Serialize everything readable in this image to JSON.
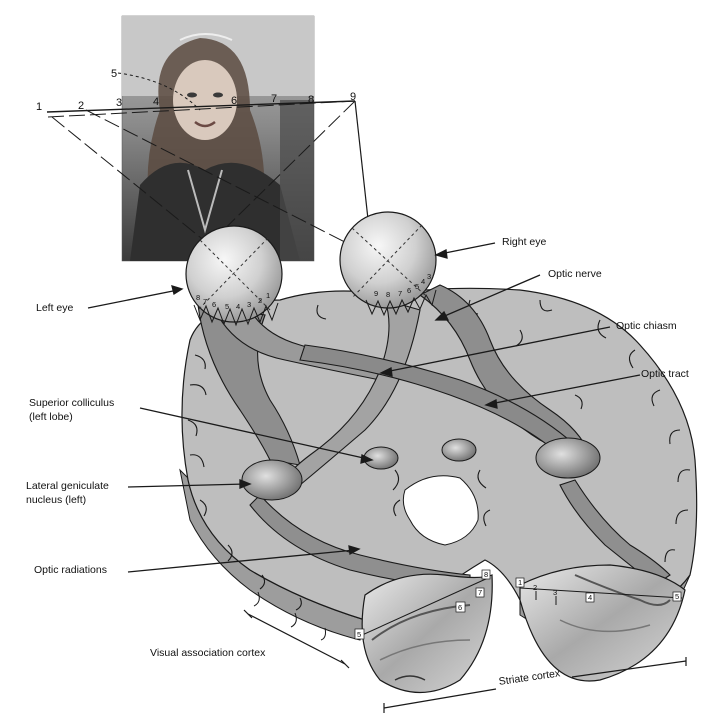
{
  "labels": {
    "left_eye": "Left eye",
    "right_eye": "Right eye",
    "optic_nerve": "Optic nerve",
    "optic_chiasm": "Optic chiasm",
    "optic_tract": "Optic tract",
    "superior_colliculus_1": "Superior colliculus",
    "superior_colliculus_2": "(left lobe)",
    "lgn_1": "Lateral geniculate",
    "lgn_2": "nucleus (left)",
    "optic_radiations": "Optic radiations",
    "visual_association_cortex": "Visual association cortex",
    "striate_cortex": "Striate cortex"
  },
  "field_points": [
    "1",
    "2",
    "3",
    "4",
    "5",
    "6",
    "7",
    "8",
    "9"
  ],
  "left_retina_numbers": [
    "8",
    "7",
    "6",
    "5",
    "4",
    "3",
    "2",
    "1"
  ],
  "right_retina_numbers": [
    "9",
    "8",
    "7",
    "6",
    "5",
    "4",
    "3"
  ],
  "left_cortex_markers": [
    "5",
    "6",
    "7",
    "8"
  ],
  "right_cortex_markers": [
    "1",
    "2",
    "3",
    "4",
    "5"
  ],
  "colors": {
    "brain": "#bdbdbd",
    "pathway": "#8e8e8e",
    "outline": "#1a1a1a",
    "photo_bg": "#9a9a9a"
  }
}
